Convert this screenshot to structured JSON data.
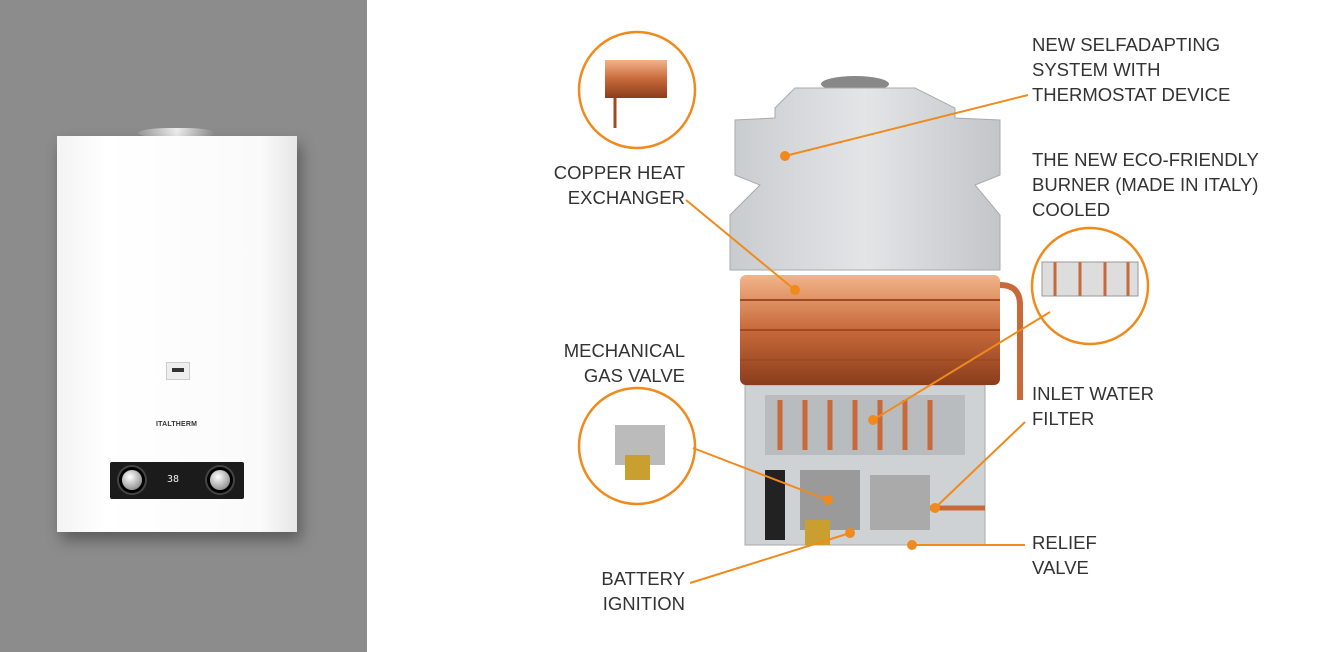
{
  "product": {
    "brand": "ITALTHERM",
    "display_temp": "38"
  },
  "callouts": {
    "selfadapting": "NEW SELFADAPTING\nSYSTEM WITH\nTHERMOSTAT DEVICE",
    "copper": "COPPER HEAT\nEXCHANGER",
    "burner": "THE NEW ECO-FRIENDLY\nBURNER (MADE IN ITALY)\nCOOLED",
    "gas_valve": "MECHANICAL\nGAS VALVE",
    "filter": "INLET WATER\nFILTER",
    "relief": "RELIEF\nVALVE",
    "battery": "BATTERY\nIGNITION"
  },
  "colors": {
    "accent": "#f08a1c",
    "text": "#333333",
    "wall": "#8c8c8c"
  }
}
